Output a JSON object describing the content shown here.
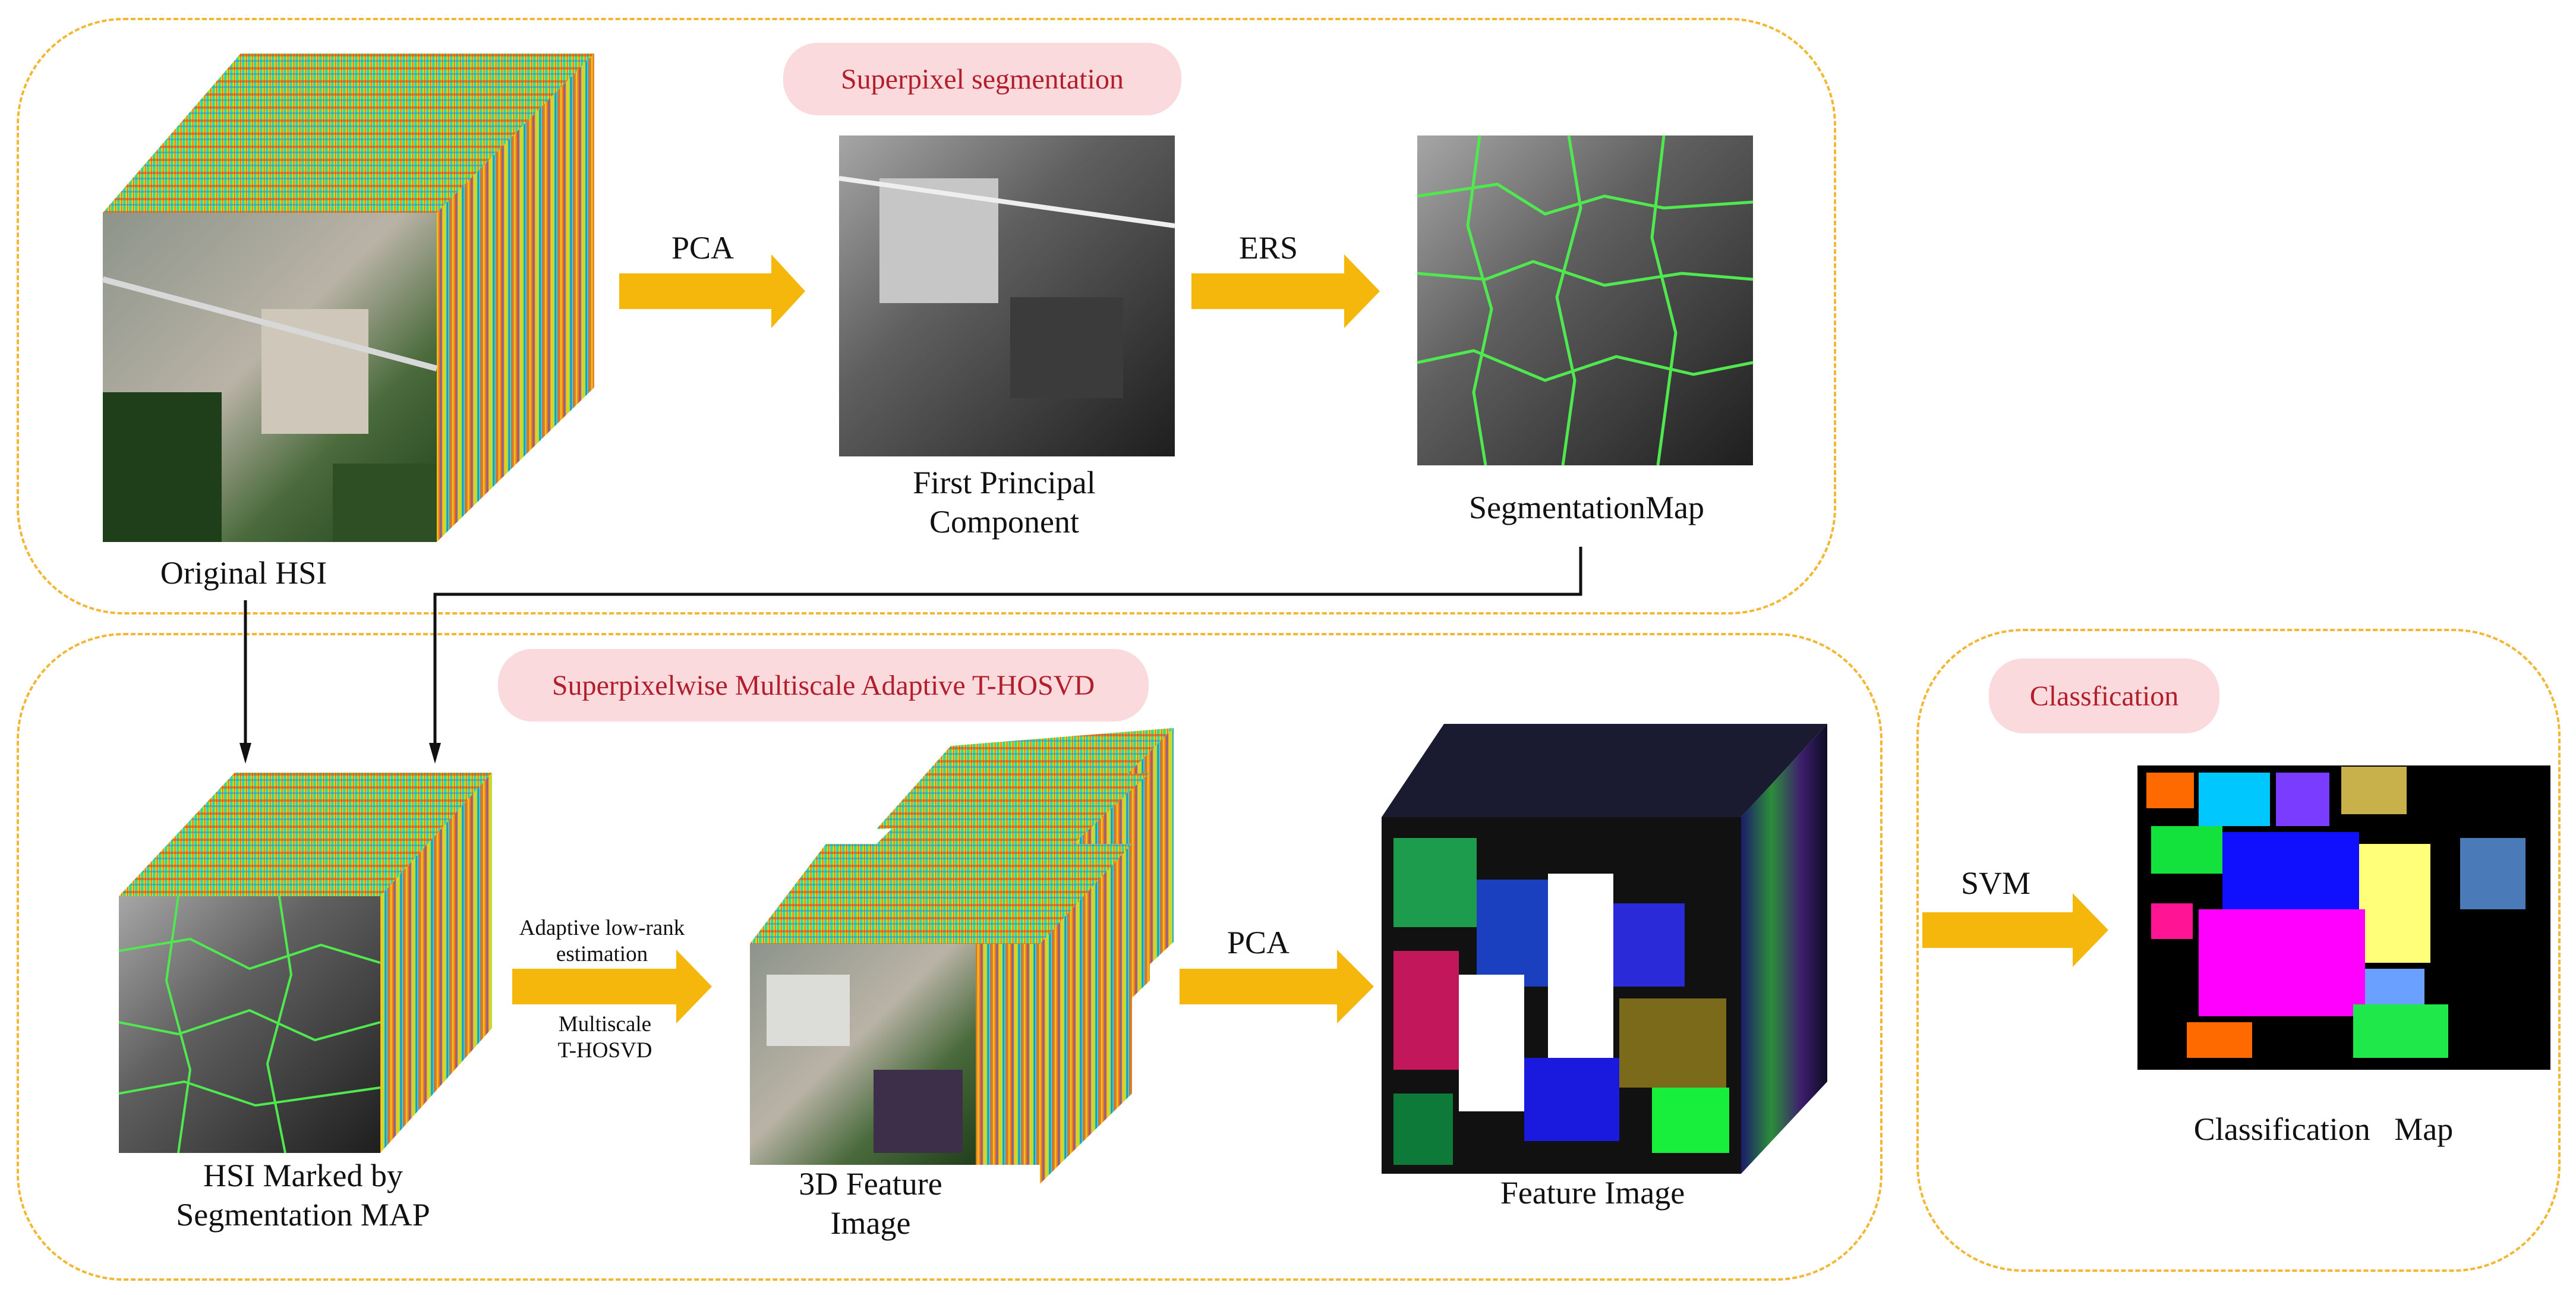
{
  "sections": {
    "segmentation": "Superpixel  segmentation",
    "tensor": "Superpixelwise Multiscale Adaptive T-HOSVD",
    "classification": "Classfication"
  },
  "steps": {
    "pca_1": "PCA",
    "ers": "ERS",
    "adaptive_line1": "Adaptive low-rank",
    "adaptive_line2": "estimation",
    "multiscale_line1": "Multiscale",
    "multiscale_line2": "T-HOSVD",
    "pca_2": "PCA",
    "svm": "SVM"
  },
  "captions": {
    "original_hsi": "Original HSI",
    "first_pc_line1": "First Principal",
    "first_pc_line2": "Component",
    "segmentation_map": "SegmentationMap",
    "hsi_marked_line1": "HSI Marked by",
    "hsi_marked_line2": "Segmentation MAP",
    "feature_3d_line1": "3D Feature",
    "feature_3d_line2": "Image",
    "feature_image": "Feature Image",
    "classification_map": "Classification   Map"
  },
  "colors": {
    "panel_border": "#f3b733",
    "pill_fill": "#fadadd",
    "pill_text": "#b21e2b",
    "arrow_fill": "#f5b70c",
    "segment_lines": "#4fe84f"
  }
}
